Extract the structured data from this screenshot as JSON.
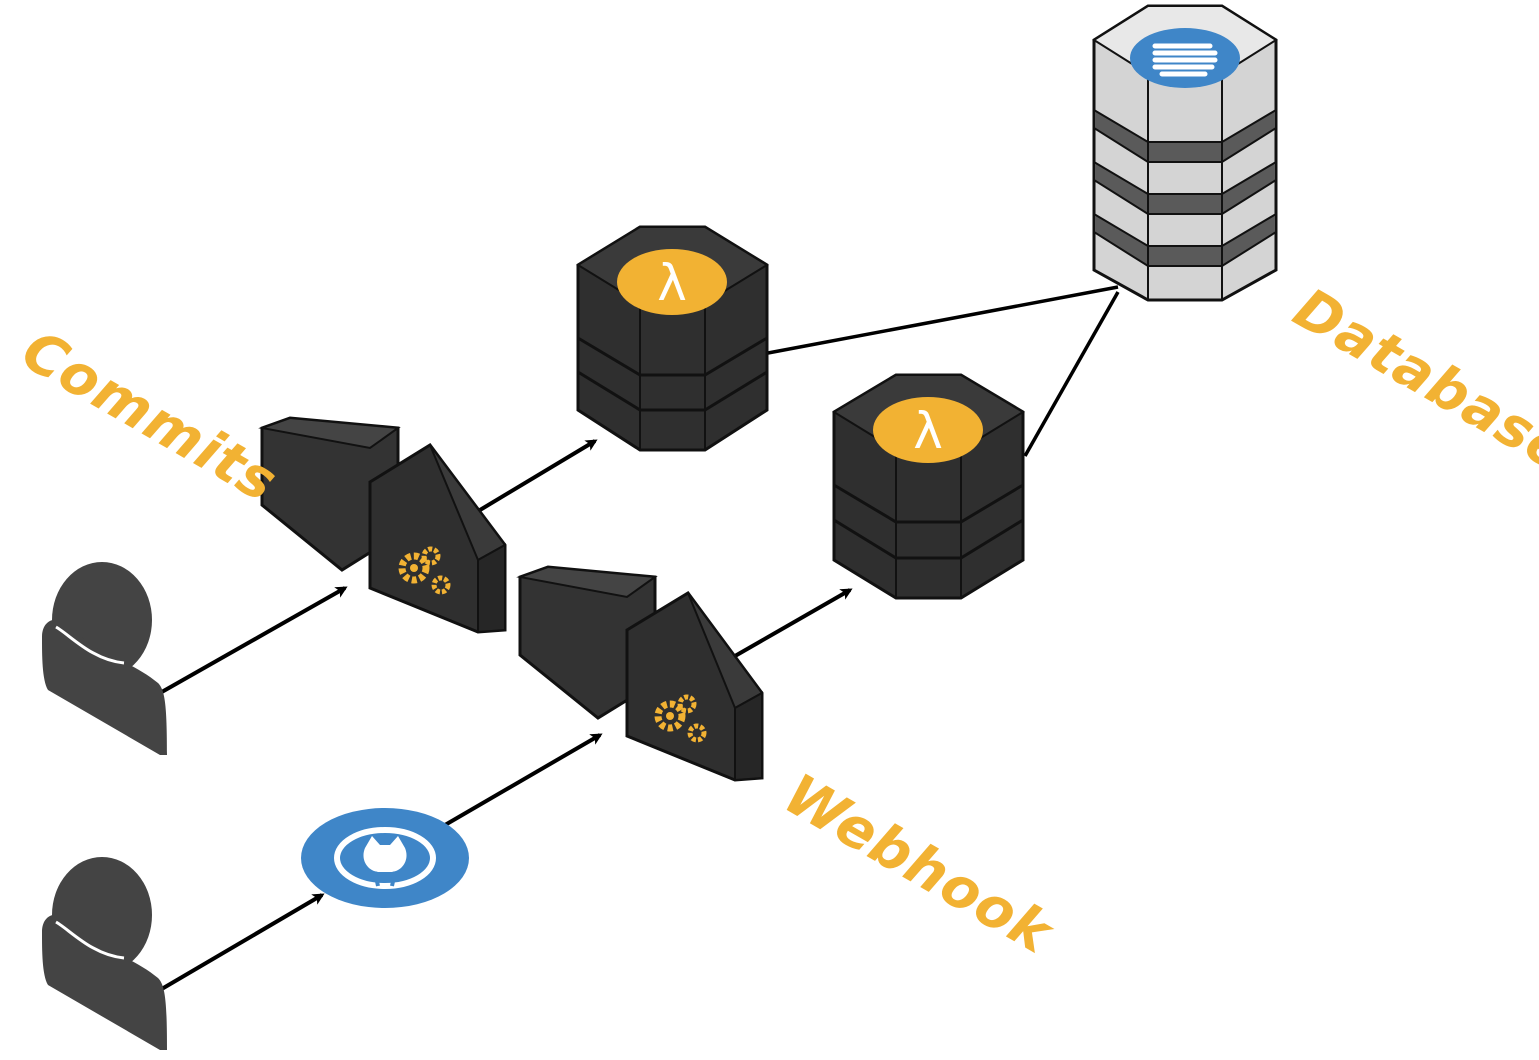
{
  "labels": {
    "commits": "Commits",
    "webhook": "Webhook",
    "database": "Database"
  },
  "icons": {
    "user": "user-icon",
    "github": "github-octocat-icon",
    "gateway": "api-gateway-gears-icon",
    "lambda": "lambda-icon",
    "database": "database-stack-icon",
    "lambda_symbol": "λ"
  },
  "colors": {
    "label": "#f2b233",
    "dark_block": "#2f2f2f",
    "lambda_badge": "#f2b233",
    "github_badge": "#3f86c8",
    "database_badge": "#3f86c8",
    "database_body": "#d4d4d4",
    "user": "#444444"
  }
}
